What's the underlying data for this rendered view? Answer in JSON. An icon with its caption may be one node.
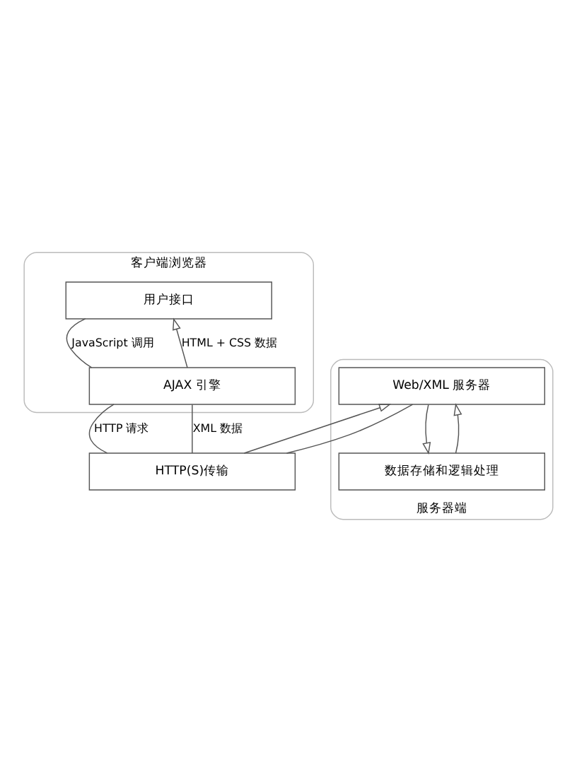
{
  "diagram": {
    "nodes": [
      {
        "text": [
          "客户端浏览器"
        ]
      },
      {
        "text": [
          "用户接口"
        ],
        "in": 0
      },
      {
        "text": [
          "AJAX 引擎"
        ],
        "in": 0
      },
      {
        "text": [
          "HTTP(S)传输"
        ]
      },
      {
        "text": [
          "服务器端"
        ]
      },
      {
        "text": [
          "Web/XML 服务器"
        ],
        "in": 4
      },
      {
        "text": [
          "数据存储和逻辑处理"
        ],
        "in": 4
      }
    ],
    "edges": [
      {
        "from": 1,
        "to": 2,
        "arrow": "none",
        "label": "JavaScript 调用"
      },
      {
        "from": 2,
        "to": 1,
        "arrow": "to",
        "label": "HTML + CSS 数据"
      },
      {
        "from": 2,
        "to": 3,
        "arrow": "none",
        "label": "HTTP 请求"
      },
      {
        "from": 2,
        "to": 3,
        "arrow": "none",
        "label": "XML 数据"
      },
      {
        "from": 3,
        "to": 5,
        "arrow": "to"
      },
      {
        "from": 5,
        "to": 3,
        "arrow": "none"
      },
      {
        "from": 5,
        "to": 6,
        "arrow": "to"
      },
      {
        "from": 6,
        "to": 5,
        "arrow": "to"
      }
    ]
  }
}
